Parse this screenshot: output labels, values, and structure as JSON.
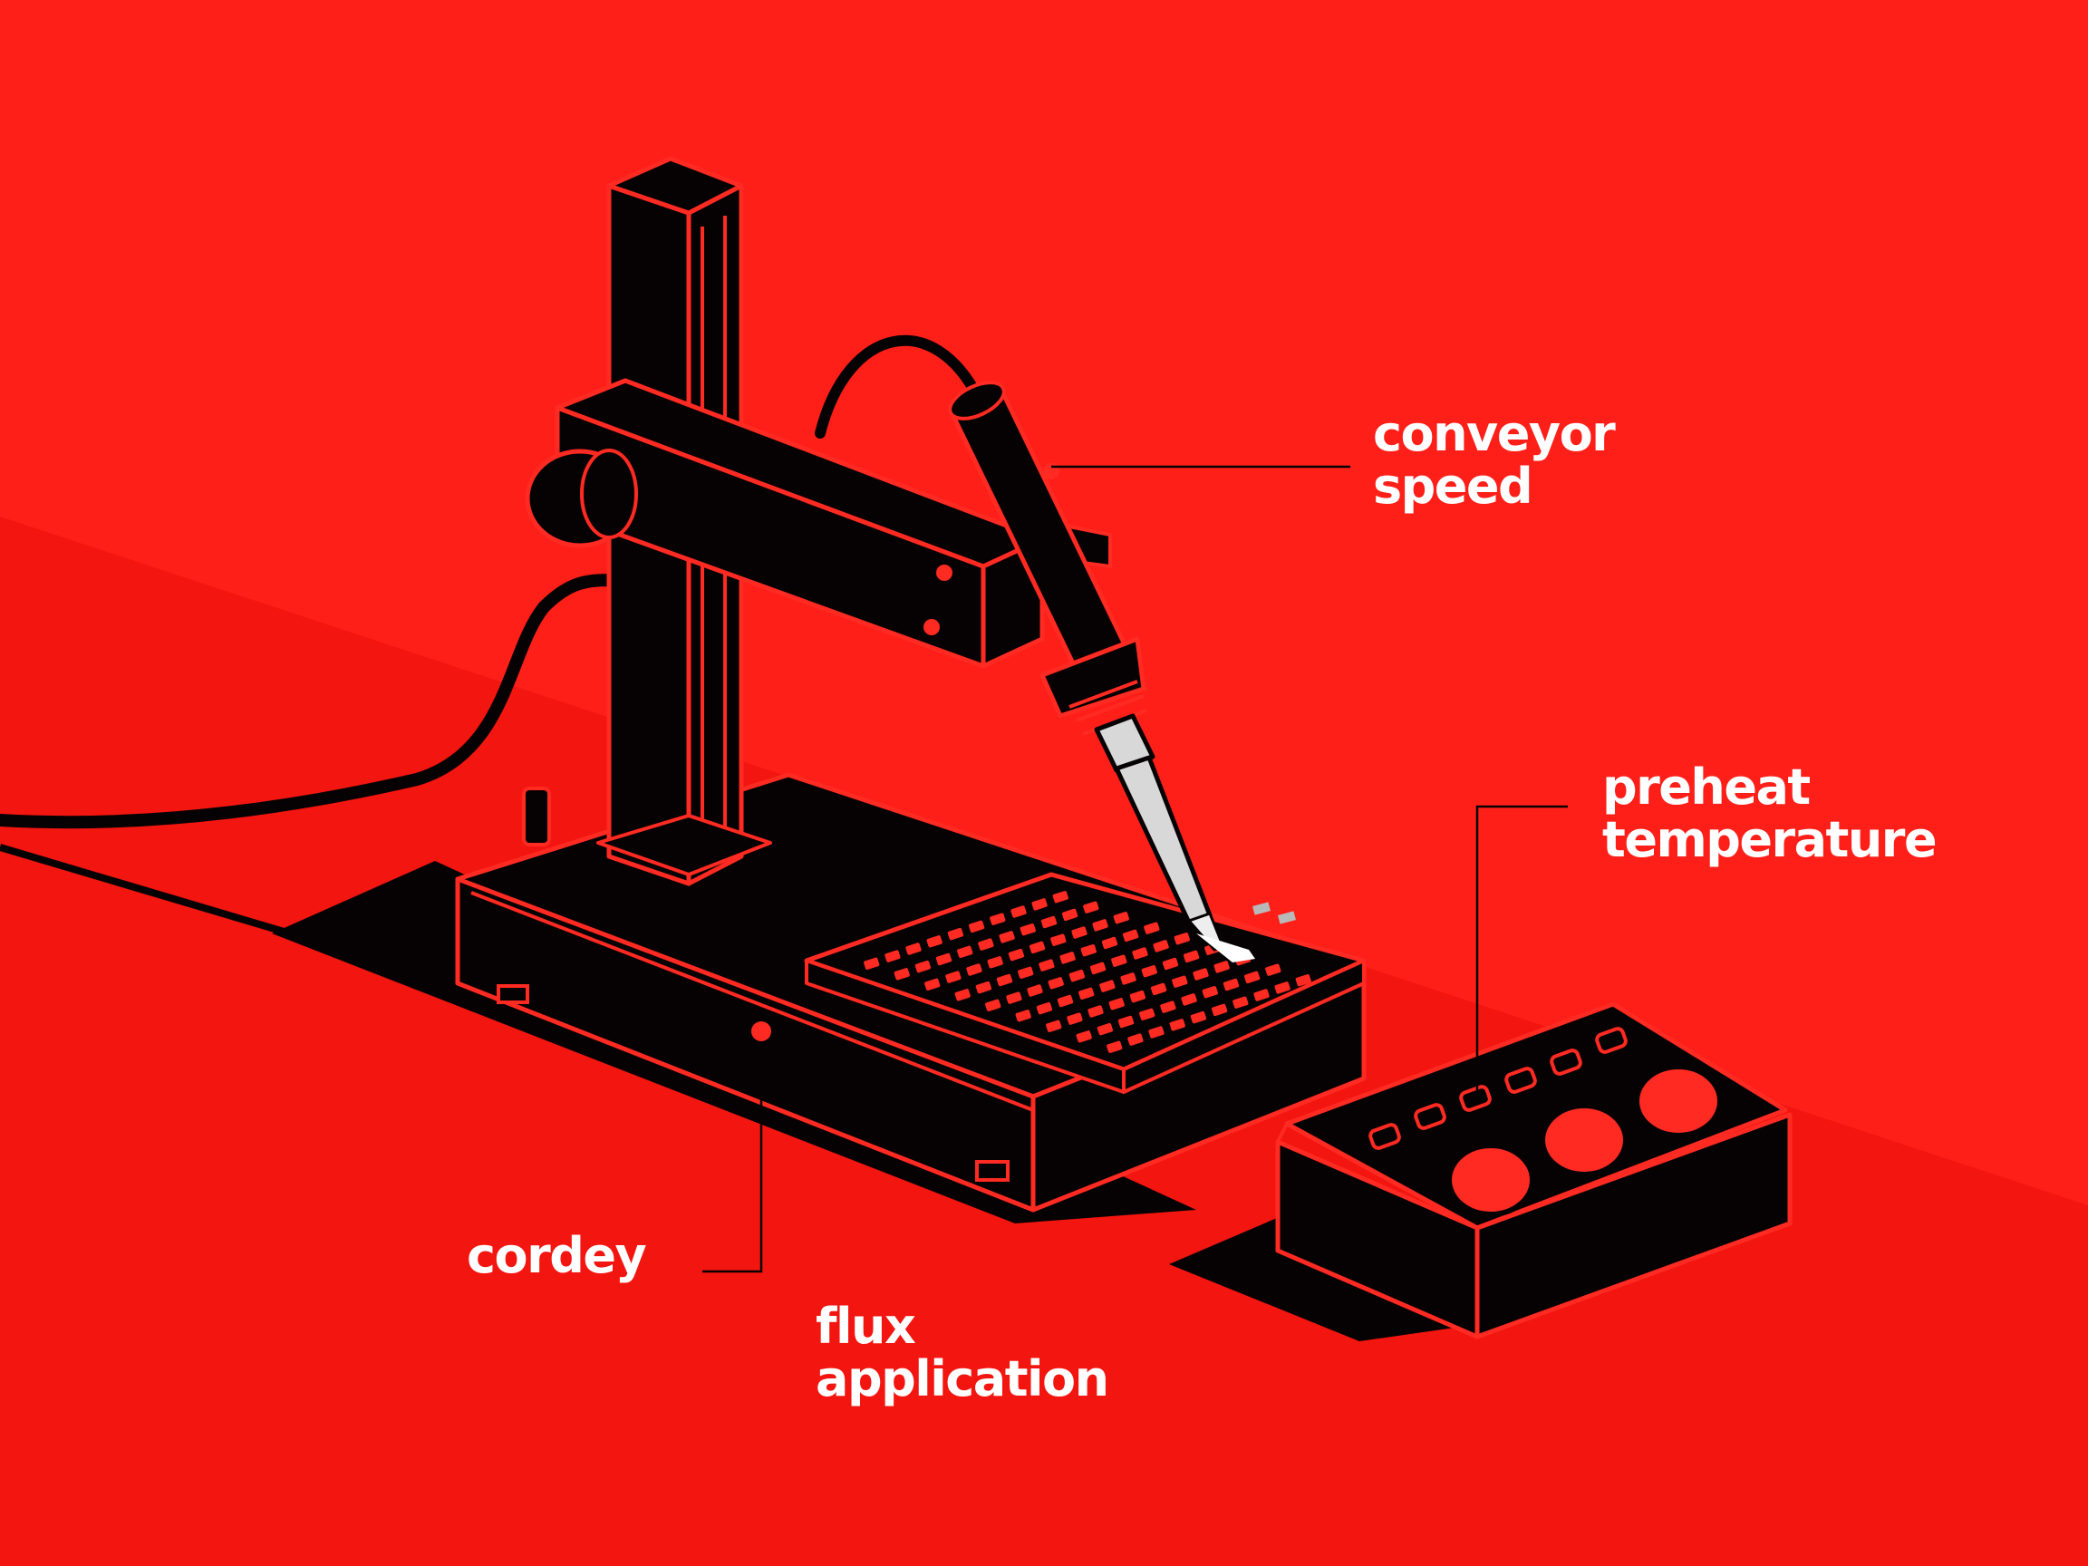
{
  "colors": {
    "background": "#ff1d18",
    "background_shade": "#f3150f",
    "ink": "#060203",
    "accent": "#ff2a22",
    "label": "#ffffff"
  },
  "callouts": {
    "conveyor_speed": {
      "line1": "conveyor",
      "line2": "speed"
    },
    "preheat_temperature": {
      "line1": "preheat",
      "line2": "temperature"
    },
    "cordey": {
      "line1": "cordey"
    },
    "flux_application": {
      "line1": "flux",
      "line2": "application"
    }
  }
}
